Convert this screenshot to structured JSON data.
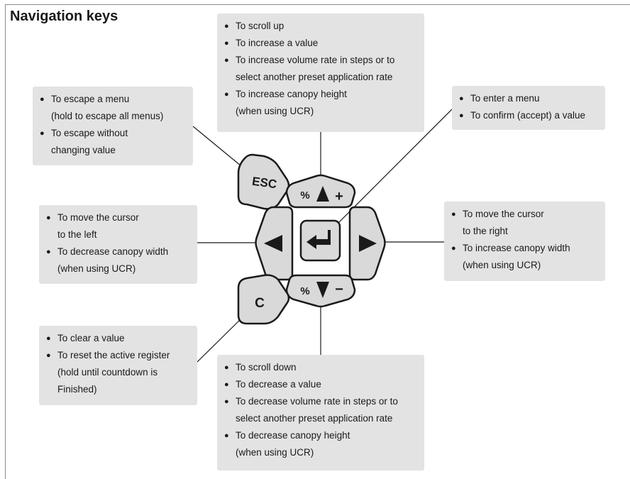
{
  "title": "Navigation keys",
  "boxes": {
    "up": {
      "items": [
        {
          "line1": "To scroll up",
          "line2": ""
        },
        {
          "line1": "To increase a value",
          "line2": ""
        },
        {
          "line1": "To increase volume rate in steps or to",
          "line2": "select another preset application rate"
        },
        {
          "line1": "To increase canopy height",
          "line2": "(when using UCR)"
        }
      ]
    },
    "esc": {
      "items": [
        {
          "line1": "To escape a menu",
          "line2": "(hold to escape all menus)"
        },
        {
          "line1": "To escape without",
          "line2": "changing value"
        }
      ]
    },
    "enter": {
      "items": [
        {
          "line1": "To enter a menu",
          "line2": ""
        },
        {
          "line1": "To confirm (accept) a value",
          "line2": ""
        }
      ]
    },
    "left": {
      "items": [
        {
          "line1": "To move the cursor",
          "line2": "to the left"
        },
        {
          "line1": "To decrease canopy width",
          "line2": "(when using UCR)"
        }
      ]
    },
    "right": {
      "items": [
        {
          "line1": "To move the cursor",
          "line2": "to the right"
        },
        {
          "line1": "To increase canopy width",
          "line2": "(when using UCR)"
        }
      ]
    },
    "clear": {
      "items": [
        {
          "line1": "To clear a value",
          "line2": ""
        },
        {
          "line1": "To reset the active register",
          "line2": "(hold until countdown is"
        },
        {
          "line1": "",
          "line2": "Finished)"
        }
      ]
    },
    "down": {
      "items": [
        {
          "line1": "To scroll down",
          "line2": ""
        },
        {
          "line1": "To decrease a value",
          "line2": ""
        },
        {
          "line1": "To decrease volume rate in steps or to",
          "line2": "select another preset application rate"
        },
        {
          "line1": "To decrease canopy height",
          "line2": "(when using UCR)"
        }
      ]
    }
  },
  "keys": {
    "esc": "ESC",
    "up_prefix": "%",
    "up_suffix": "+",
    "down_prefix": "%",
    "down_suffix": "−",
    "clear": "C"
  },
  "colors": {
    "box_fill": "#e3e3e3",
    "key_fill": "#d9d9d9",
    "line": "#1a1a1a"
  },
  "icons": [
    "triangle-up-icon",
    "triangle-down-icon",
    "triangle-left-icon",
    "triangle-right-icon",
    "enter-arrow-icon"
  ]
}
